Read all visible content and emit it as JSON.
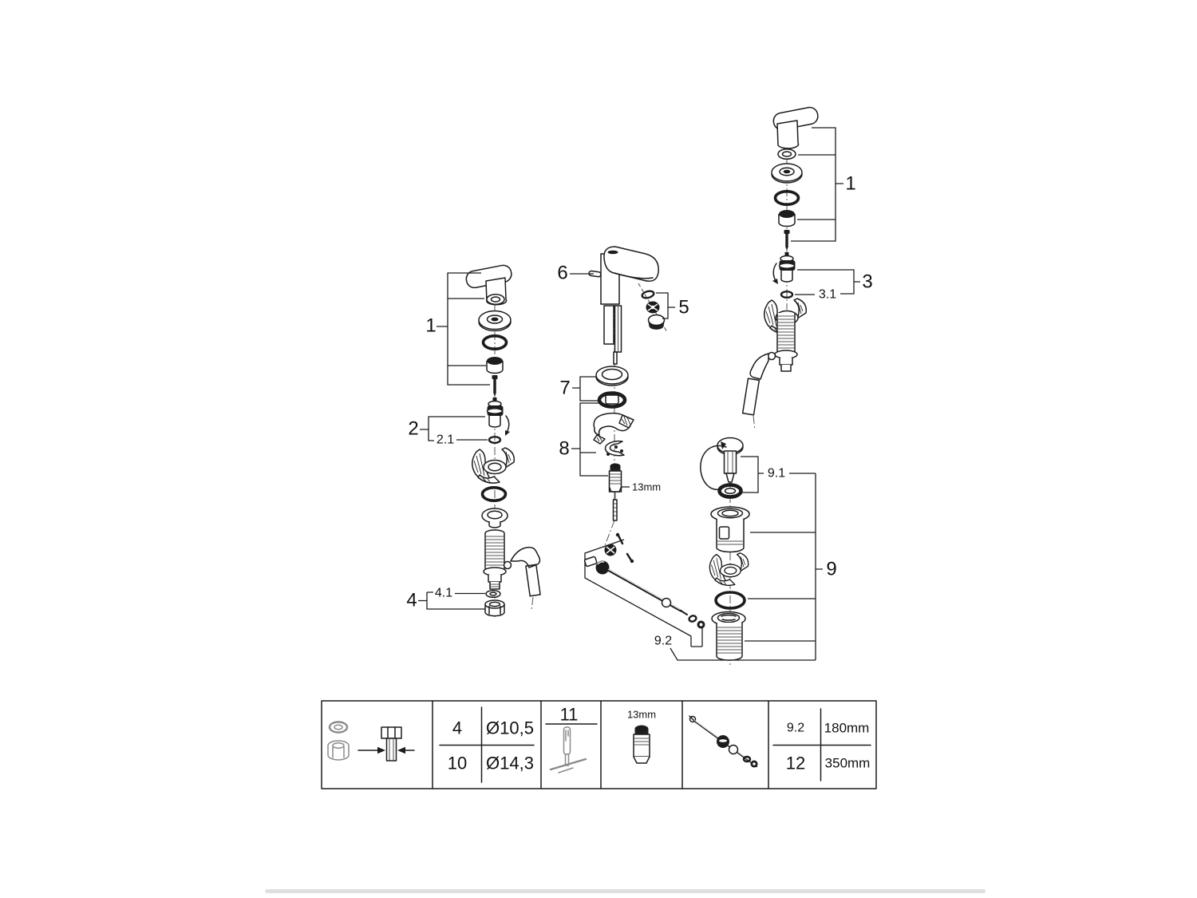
{
  "diagram": {
    "left_assembly": {
      "callout_1": "1",
      "callout_2": "2",
      "callout_2_1": "2.1",
      "callout_4": "4",
      "callout_4_1": "4.1"
    },
    "middle_assembly": {
      "callout_6": "6",
      "callout_5": "5",
      "callout_7": "7",
      "callout_8": "8",
      "stud_size_label": "13mm",
      "callout_9_2": "9.2"
    },
    "right_assembly": {
      "callout_1": "1",
      "callout_3": "3",
      "callout_3_1": "3.1"
    },
    "drain_assembly": {
      "callout_9_1": "9.1",
      "callout_9": "9"
    }
  },
  "parts_table": {
    "hose_rows": [
      {
        "ref": "4",
        "diameter": "Ø10,5"
      },
      {
        "ref": "10",
        "diameter": "Ø14,3"
      }
    ],
    "tool_ref": "11",
    "stud_size_label": "13mm",
    "rod_rows": [
      {
        "ref": "9.2",
        "length": "180mm"
      },
      {
        "ref": "12",
        "length": "350mm"
      }
    ]
  },
  "colors": {
    "line_color": "#1c1c1c",
    "background": "#ffffff",
    "scrollbar": "#dfdfdf"
  }
}
